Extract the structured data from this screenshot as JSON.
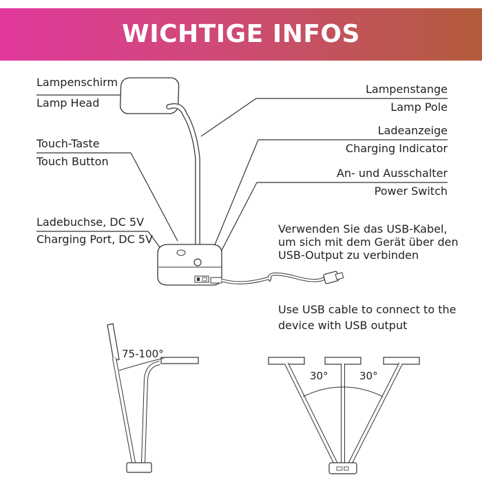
{
  "header": {
    "title": "WICHTIGE INFOS"
  },
  "labels": {
    "lamp_head_de": "Lampenschirm",
    "lamp_head_en": "Lamp Head",
    "touch_de": "Touch-Taste",
    "touch_en": "Touch Button",
    "port_de": "Ladebuchse, DC 5V",
    "port_en": "Charging Port, DC 5V",
    "pole_de": "Lampenstange",
    "pole_en": "Lamp Pole",
    "indicator_de": "Ladeanzeige",
    "indicator_en": "Charging Indicator",
    "switch_de": "An- und Ausschalter",
    "switch_en": "Power Switch"
  },
  "usb": {
    "de_line1": "Verwenden Sie das USB-Kabel,",
    "de_line2": "um sich mit dem Gerät über den",
    "de_line3": "USB-Output zu verbinden",
    "en_line1": "Use USB cable to connect to the",
    "en_line2": "device with USB output"
  },
  "angles": {
    "head_range": "75-100°",
    "swing_left": "30°",
    "swing_right": "30°"
  }
}
